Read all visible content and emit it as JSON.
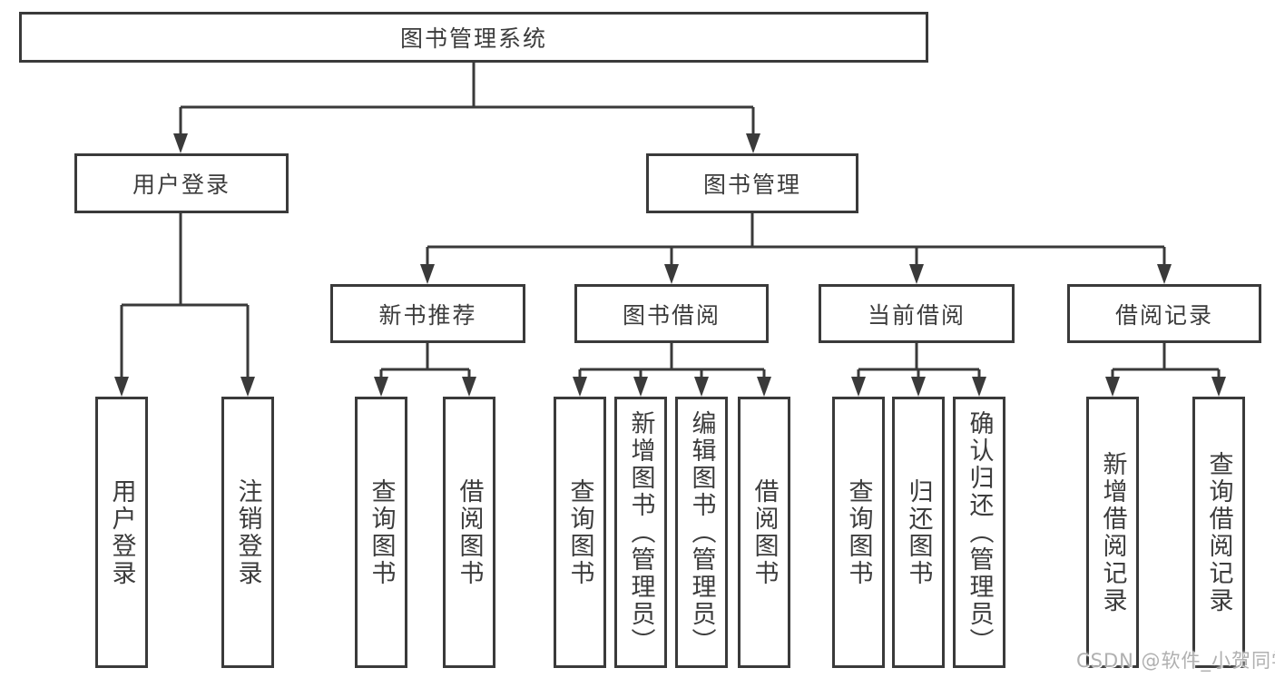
{
  "colors": {
    "line": "#3a3a3a",
    "box_border": "#3a3a3a",
    "text": "#3c3c3c",
    "background": "#ffffff",
    "watermark_text": "#b0b0b0"
  },
  "tree": {
    "root": {
      "label": "图书管理系统",
      "children": [
        {
          "label": "用户登录",
          "children": [
            {
              "label": "用户登录"
            },
            {
              "label": "注销登录"
            }
          ]
        },
        {
          "label": "图书管理",
          "children": [
            {
              "label": "新书推荐",
              "children": [
                {
                  "label": "查询图书"
                },
                {
                  "label": "借阅图书"
                }
              ]
            },
            {
              "label": "图书借阅",
              "children": [
                {
                  "label": "查询图书"
                },
                {
                  "label": "新增图书（管理员）"
                },
                {
                  "label": "编辑图书（管理员）"
                },
                {
                  "label": "借阅图书"
                }
              ]
            },
            {
              "label": "当前借阅",
              "children": [
                {
                  "label": "查询图书"
                },
                {
                  "label": "归还图书"
                },
                {
                  "label": "确认归还（管理员）"
                }
              ]
            },
            {
              "label": "借阅记录",
              "children": [
                {
                  "label": "新增借阅记录"
                },
                {
                  "label": "查询借阅记录"
                }
              ]
            }
          ]
        }
      ]
    }
  },
  "watermark": {
    "text": "CSDN @软件_小贺同学"
  }
}
